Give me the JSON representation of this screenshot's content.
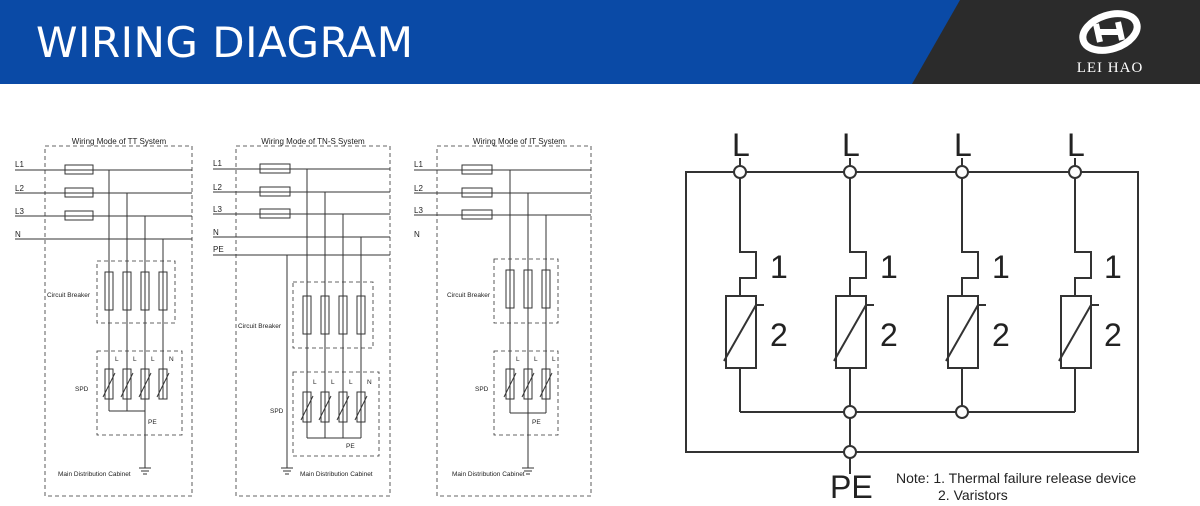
{
  "header": {
    "title": "WIRING DIAGRAM",
    "brand": "LEI HAO",
    "colors": {
      "blue": "#0a4aa6",
      "dark": "#2b2b2b"
    }
  },
  "systems": [
    {
      "title": "Wiring Mode of TT System",
      "lines": [
        "L1",
        "L2",
        "L3",
        "N"
      ],
      "breaker_label": "Circuit Breaker",
      "spd_label": "SPD",
      "terminals": [
        "L",
        "L",
        "L",
        "N"
      ],
      "pe_label": "PE",
      "cabinet_label": "Main Distribution Cabinet"
    },
    {
      "title": "Wiring Mode of TN-S System",
      "lines": [
        "L1",
        "L2",
        "L3",
        "N",
        "PE"
      ],
      "breaker_label": "Circuit Breaker",
      "spd_label": "SPD",
      "terminals": [
        "L",
        "L",
        "L",
        "N"
      ],
      "pe_label": "PE",
      "cabinet_label": "Main Distribution Cabinet"
    },
    {
      "title": "Wiring Mode of IT System",
      "lines": [
        "L1",
        "L2",
        "L3",
        "N"
      ],
      "breaker_label": "Circuit Breaker",
      "spd_label": "SPD",
      "terminals": [
        "L",
        "L",
        "L"
      ],
      "pe_label": "PE",
      "cabinet_label": "Main Distribution Cabinet"
    }
  ],
  "module": {
    "line_labels": [
      "L",
      "L",
      "L",
      "L"
    ],
    "element_numbers": [
      "1",
      "2"
    ],
    "pe_label": "PE",
    "note_line1": "Note: 1. Thermal failure release device",
    "note_line2": "2. Varistors"
  }
}
